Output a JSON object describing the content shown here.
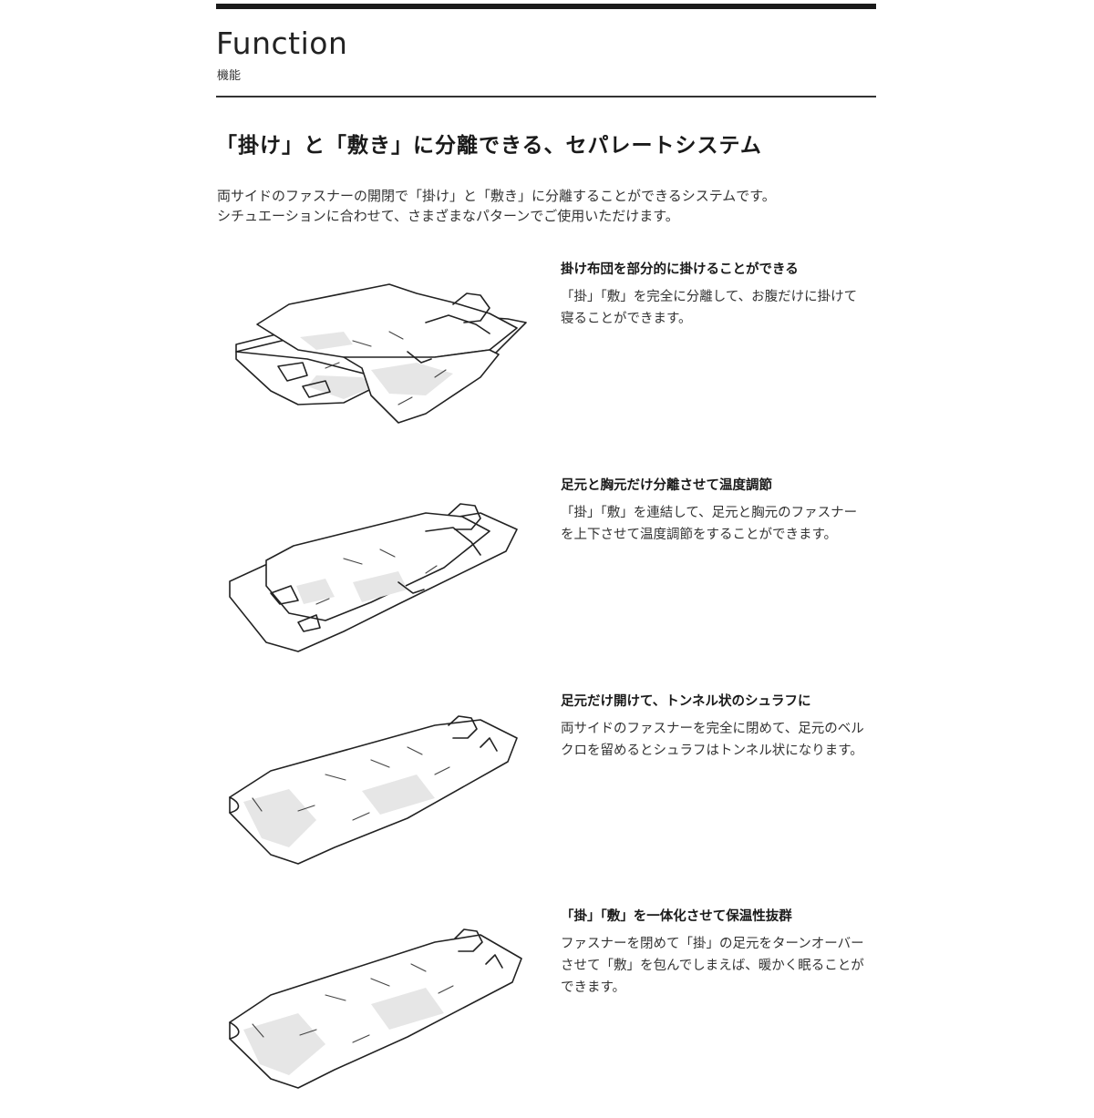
{
  "header": {
    "title": "Function",
    "subtitle": "機能"
  },
  "section": {
    "heading": "「掛け」と「敷き」に分離できる、セパレートシステム",
    "intro_lines": [
      "両サイドのファスナーの開閉で「掛け」と「敷き」に分離することができるシステムです。",
      "シチュエーションに合わせて、さまざまなパターンでご使用いただけます。"
    ]
  },
  "items": [
    {
      "title": "掛け布団を部分的に掛けることができる",
      "body_lines": [
        "「掛」「敷」を完全に分離して、お腹だけに掛けて",
        "寝ることができます。"
      ],
      "illustration": "sleeping-bag-separated-illustration"
    },
    {
      "title": "足元と胸元だけ分離させて温度調節",
      "body_lines": [
        "「掛」「敷」を連結して、足元と胸元のファスナー",
        "を上下させて温度調節をすることができます。"
      ],
      "illustration": "sleeping-bag-partially-open-illustration"
    },
    {
      "title": "足元だけ開けて、トンネル状のシュラフに",
      "body_lines": [
        "両サイドのファスナーを完全に閉めて、足元のベル",
        "クロを留めるとシュラフはトンネル状になります。"
      ],
      "illustration": "sleeping-bag-tunnel-illustration"
    },
    {
      "title": "「掛」「敷」を一体化させて保温性抜群",
      "body_lines": [
        "ファスナーを閉めて「掛」の足元をターンオーバー",
        "させて「敷」を包んでしまえば、暖かく眠ることが",
        "できます。"
      ],
      "illustration": "sleeping-bag-closed-illustration"
    }
  ]
}
